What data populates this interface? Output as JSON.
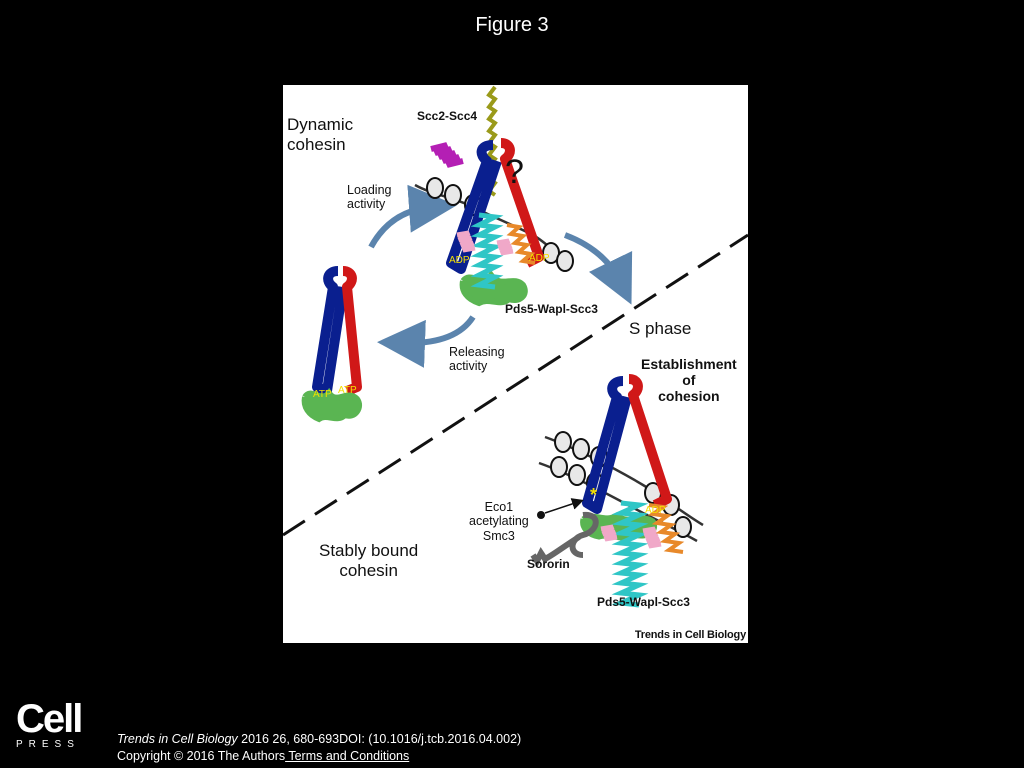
{
  "slide": {
    "title": "Figure 3"
  },
  "figure": {
    "labels": {
      "dynamic_cohesin": [
        "Dynamic",
        "cohesin"
      ],
      "loader": "Scc2-Scc4",
      "loading_activity": [
        "Loading",
        "activity"
      ],
      "releasing_activity": [
        "Releasing",
        "activity"
      ],
      "regulators_top": "Pds5-Wapl-Scc3",
      "s_phase": "S phase",
      "establishment": [
        "Establishment",
        "of",
        "cohesion"
      ],
      "eco1": [
        "Eco1",
        "acetylating",
        "Smc3"
      ],
      "sororin": "Sororin",
      "regulators_bottom": "Pds5-Wapl-Scc3",
      "stably_bound": [
        "Stably bound",
        "cohesin"
      ],
      "question_mark": "?",
      "acetyl_star": "*",
      "atp_left": "ATP",
      "atp_right": "ATP",
      "adp_left": "ADP",
      "adp_right": "ADP",
      "adp_bottom": "ADP"
    },
    "journal_badge": "Trends in Cell Biology",
    "colors": {
      "smc3": "#0a1f8f",
      "smc1": "#d01818",
      "kleisin": "#5ab552",
      "pds5": "#2fc6c6",
      "wapl": "#f0a8c8",
      "scc3": "#e8892a",
      "scc4": "#b41fb4",
      "scc2": "#9a9a1a",
      "sororin": "#666666",
      "arrow": "#5b84ad",
      "nucleotide_text": "#f3e000"
    }
  },
  "footer": {
    "logo_word": "Cell",
    "logo_sub": "PRESS",
    "journal": "Trends in Cell Biology",
    "citation_rest": " 2016 26, 680-693DOI: (10.1016/j.tcb.2016.04.002)",
    "copyright": "Copyright © 2016 The Authors",
    "terms_link": " Terms and Conditions"
  }
}
